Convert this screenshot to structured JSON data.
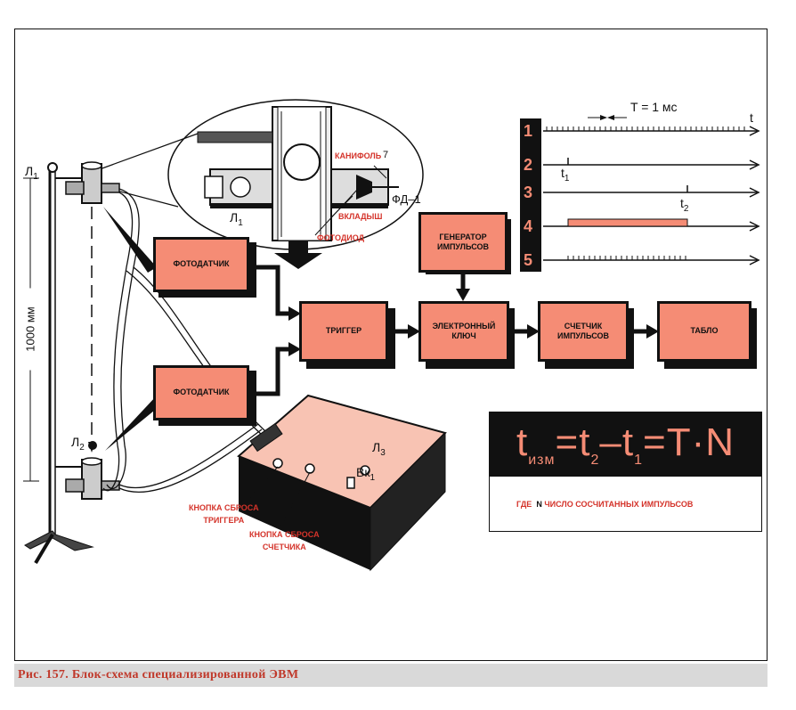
{
  "blocks": {
    "photosensor_top": "ФОТОДАТЧИК",
    "photosensor_bottom": "ФОТОДАТЧИК",
    "trigger": "ТРИГГЕР",
    "generator": "ГЕНЕРАТОР\nИМПУЛЬСОВ",
    "electronic_key": "ЭЛЕКТРОННЫЙ\nКЛЮЧ",
    "counter": "СЧЕТЧИК\nИМПУЛЬСОВ",
    "display": "ТАБЛО"
  },
  "detail_labels": {
    "rosin": "КАНИФОЛЬ",
    "insert": "ВКЛАДЫШ",
    "photodiode": "ФОТОДИОД",
    "part_number": "7",
    "fd1": "ФД–1",
    "lamp": "Л",
    "lamp_sub": "1"
  },
  "stand_labels": {
    "l1": "Л",
    "l1_sub": "1",
    "l2": "Л",
    "l2_sub": "2",
    "height": "1000 мм"
  },
  "console_labels": {
    "l3": "Л",
    "l3_sub": "3",
    "vk1": "Вк",
    "vk1_sub": "1",
    "reset_trigger": "КНОПКА СБРОСА\nТРИГГЕРА",
    "reset_counter": "КНОПКА СБРОСА\nСЧЕТЧИКА"
  },
  "timing": {
    "period_label": "T = 1 мс",
    "axis_label": "t",
    "rows": [
      "1",
      "2",
      "3",
      "4",
      "5"
    ],
    "t1": "t",
    "t1_sub": "1",
    "t2": "t",
    "t2_sub": "2"
  },
  "formula": {
    "t_meas": "t",
    "t_meas_sub": "изм",
    "eq1": "=",
    "t2": "t",
    "t2_sub": "2",
    "minus": "–",
    "t1": "t",
    "t1_sub": "1",
    "eq2": "=",
    "product": "T·N",
    "note_prefix": "ГДЕ",
    "note_var": "N",
    "note_text": "ЧИСЛО СОСЧИТАННЫХ ИМПУЛЬСОВ"
  },
  "caption": "Рис. 157. Блок-схема специализированной ЭВМ",
  "colors": {
    "block_fill": "#f58c75",
    "accent_red": "#d4332a",
    "ink": "#111111"
  }
}
